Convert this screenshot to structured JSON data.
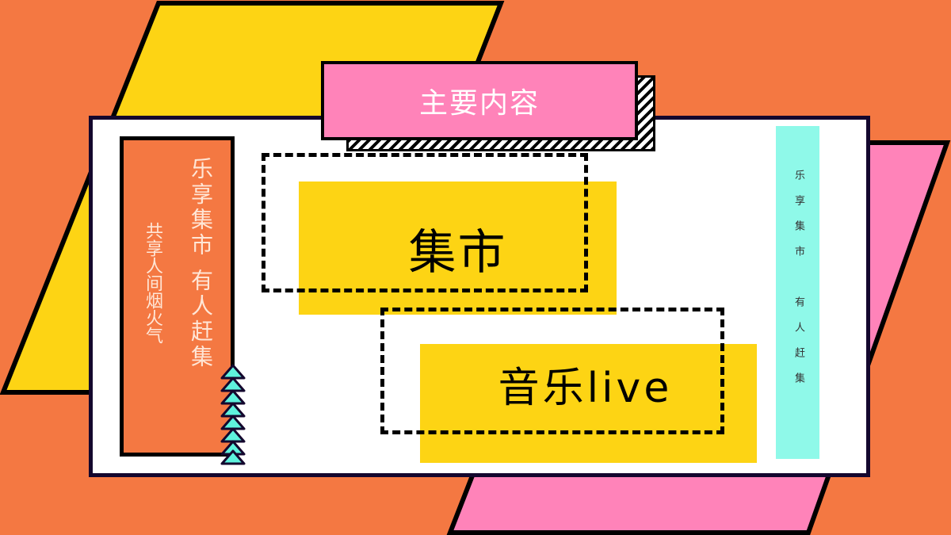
{
  "slide": {
    "title": "主要内容",
    "left_panel": {
      "main_vertical_text": "乐享集市 有人赶集",
      "sub_vertical_text": "共享人间烟火气"
    },
    "items": [
      {
        "label": "集市"
      },
      {
        "label": "音乐live"
      }
    ],
    "right_strip": {
      "vertical_text": "乐享集市　有人赶集"
    },
    "decorations": {
      "triangle_count": 8
    }
  },
  "colors": {
    "background": "#f47842",
    "yellow": "#fdd414",
    "pink": "#ff83b9",
    "cyan": "#8ff9e9",
    "triangle_fill": "#5ef2dd",
    "card_border": "#14072e",
    "card": "#ffffff"
  }
}
